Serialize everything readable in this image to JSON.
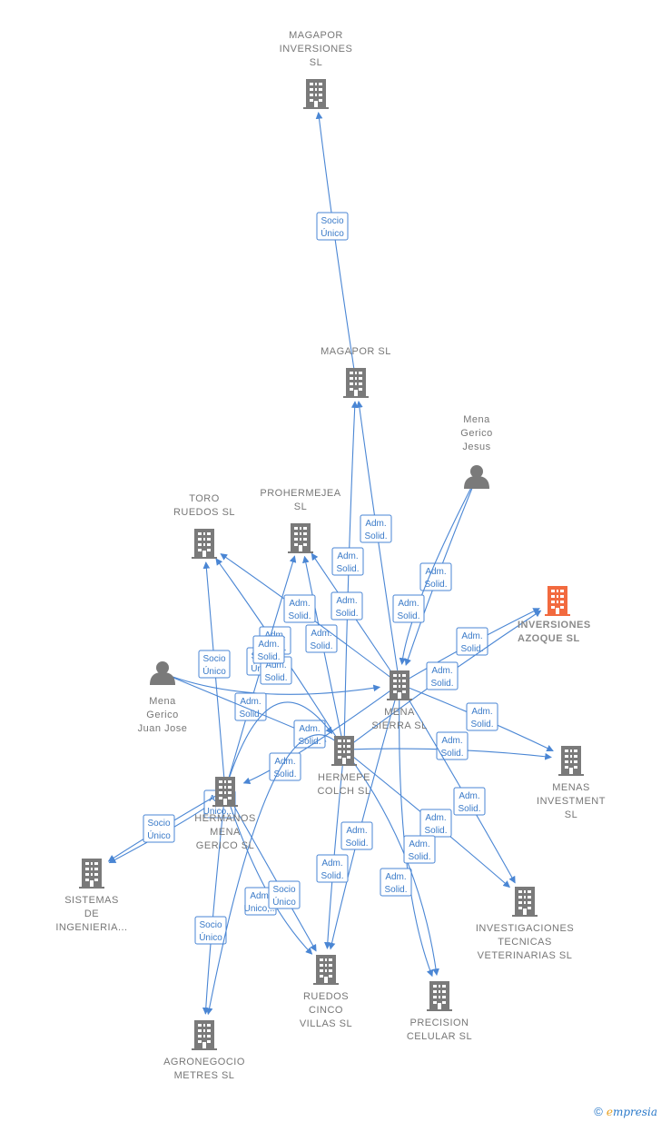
{
  "colors": {
    "edge": "#4a86d4",
    "company": "#7a7a7a",
    "highlight": "#f26a3f",
    "person": "#7a7a7a"
  },
  "nodes": [
    {
      "id": "magapor_inversiones",
      "type": "company",
      "lines": [
        "MAGAPOR",
        "INVERSIONES",
        "SL"
      ]
    },
    {
      "id": "magapor",
      "type": "company",
      "lines": [
        "MAGAPOR SL"
      ]
    },
    {
      "id": "mena_gerico_jesus",
      "type": "person",
      "lines": [
        "Mena",
        "Gerico",
        "Jesus"
      ]
    },
    {
      "id": "toro_ruedos",
      "type": "company",
      "lines": [
        "TORO",
        "RUEDOS SL"
      ]
    },
    {
      "id": "prohermejea",
      "type": "company",
      "lines": [
        "PROHERMEJEA",
        "SL"
      ]
    },
    {
      "id": "inversiones_azoque",
      "type": "company",
      "highlight": true,
      "lines": [
        "INVERSIONES",
        "AZOQUE SL"
      ]
    },
    {
      "id": "mena_gerico_juan_jose",
      "type": "person",
      "lines": [
        "Mena",
        "Gerico",
        "Juan Jose"
      ]
    },
    {
      "id": "mena_sierra",
      "type": "company",
      "lines": [
        "MENA",
        "SIERRA SL"
      ]
    },
    {
      "id": "hermepe_colch",
      "type": "company",
      "lines": [
        "HERMEPE",
        "COLCH SL"
      ]
    },
    {
      "id": "menas_investment",
      "type": "company",
      "lines": [
        "MENAS",
        "INVESTMENT",
        "SL"
      ]
    },
    {
      "id": "hermanos_mena_gerico",
      "type": "company",
      "lines": [
        "HERMANOS",
        "MENA",
        "GERICO SL"
      ]
    },
    {
      "id": "sistemas_ingenieria",
      "type": "company",
      "lines": [
        "SISTEMAS",
        "DE",
        "INGENIERIA..."
      ]
    },
    {
      "id": "investigaciones_tecnicas",
      "type": "company",
      "lines": [
        "INVESTIGACIONES",
        "TECNICAS",
        "VETERINARIAS SL"
      ]
    },
    {
      "id": "ruedos_cinco_villas",
      "type": "company",
      "lines": [
        "RUEDOS",
        "CINCO",
        "VILLAS SL"
      ]
    },
    {
      "id": "precision_celular",
      "type": "company",
      "lines": [
        "PRECISION",
        "CELULAR SL"
      ]
    },
    {
      "id": "agronegocio_metres",
      "type": "company",
      "lines": [
        "AGRONEGOCIO",
        "METRES SL"
      ]
    }
  ],
  "edges": [
    {
      "from": "magapor",
      "to": "magapor_inversiones",
      "label": [
        "Socio",
        "Único"
      ]
    },
    {
      "from": "mena_sierra",
      "to": "magapor",
      "label": [
        "Adm.",
        "Solid."
      ]
    },
    {
      "from": "hermepe_colch",
      "to": "magapor",
      "label": [
        "Adm.",
        "Solid."
      ]
    },
    {
      "from": "mena_gerico_jesus",
      "to": "mena_sierra",
      "label": [
        "Adm.",
        "Solid."
      ]
    },
    {
      "from": "mena_gerico_jesus",
      "to": "mena_sierra",
      "label": [
        "Adm.",
        "Solid."
      ]
    },
    {
      "from": "mena_sierra",
      "to": "prohermejea",
      "label": [
        "Adm.",
        "Solid."
      ]
    },
    {
      "from": "hermepe_colch",
      "to": "prohermejea",
      "label": [
        "Adm.",
        "Solid."
      ]
    },
    {
      "from": "mena_sierra",
      "to": "toro_ruedos",
      "label": [
        "Adm.",
        "Solid."
      ]
    },
    {
      "from": "hermepe_colch",
      "to": "toro_ruedos",
      "label": [
        "Adm.",
        "Solid."
      ]
    },
    {
      "from": "hermanos_mena_gerico",
      "to": "toro_ruedos",
      "label": [
        "Socio",
        "Único"
      ]
    },
    {
      "from": "hermanos_mena_gerico",
      "to": "prohermejea",
      "label": [
        "Socio",
        "Único"
      ]
    },
    {
      "from": "mena_gerico_juan_jose",
      "to": "mena_sierra",
      "label": [
        "Adm.",
        "Solid."
      ]
    },
    {
      "from": "mena_gerico_juan_jose",
      "to": "hermepe_colch",
      "label": [
        "Adm.",
        "Solid."
      ]
    },
    {
      "from": "mena_sierra",
      "to": "inversiones_azoque",
      "label": [
        "Adm.",
        "Solid."
      ]
    },
    {
      "from": "hermepe_colch",
      "to": "inversiones_azoque",
      "label": [
        "Adm.",
        "Solid."
      ]
    },
    {
      "from": "mena_sierra",
      "to": "menas_investment",
      "label": [
        "Adm.",
        "Solid."
      ]
    },
    {
      "from": "hermepe_colch",
      "to": "menas_investment",
      "label": [
        "Adm.",
        "Solid."
      ]
    },
    {
      "from": "mena_sierra",
      "to": "hermanos_mena_gerico",
      "label": [
        "Adm.",
        "Solid."
      ]
    },
    {
      "from": "hermanos_mena_gerico",
      "to": "sistemas_ingenieria",
      "label": [
        "Adm.",
        "Unico,..."
      ]
    },
    {
      "from": "hermanos_mena_gerico",
      "to": "sistemas_ingenieria",
      "label": [
        "Socio",
        "Único"
      ]
    },
    {
      "from": "mena_sierra",
      "to": "investigaciones_tecnicas",
      "label": [
        "Adm.",
        "Solid."
      ]
    },
    {
      "from": "hermepe_colch",
      "to": "investigaciones_tecnicas",
      "label": [
        "Adm.",
        "Solid."
      ]
    },
    {
      "from": "mena_sierra",
      "to": "ruedos_cinco_villas",
      "label": [
        "Adm.",
        "Solid."
      ]
    },
    {
      "from": "hermepe_colch",
      "to": "ruedos_cinco_villas",
      "label": [
        "Adm.",
        "Solid."
      ]
    },
    {
      "from": "hermanos_mena_gerico",
      "to": "ruedos_cinco_villas",
      "label": [
        "Adm.",
        "Unico,..."
      ]
    },
    {
      "from": "hermanos_mena_gerico",
      "to": "ruedos_cinco_villas",
      "label": [
        "Socio",
        "Único"
      ]
    },
    {
      "from": "mena_sierra",
      "to": "precision_celular",
      "label": [
        "Adm.",
        "Solid."
      ]
    },
    {
      "from": "hermepe_colch",
      "to": "precision_celular",
      "label": [
        "Adm.",
        "Solid."
      ]
    },
    {
      "from": "hermanos_mena_gerico",
      "to": "agronegocio_metres",
      "label": [
        "Socio",
        "Único"
      ]
    },
    {
      "from": "hermepe_colch",
      "to": "agronegocio_metres",
      "label": [
        "Adm.",
        "Solid."
      ]
    },
    {
      "from": "hermanos_mena_gerico",
      "to": "hermepe_colch",
      "label": [
        "Adm.",
        "Solid."
      ]
    }
  ],
  "footer": {
    "copyright": "©",
    "brand_initial": "e",
    "brand_rest": "mpresia"
  }
}
